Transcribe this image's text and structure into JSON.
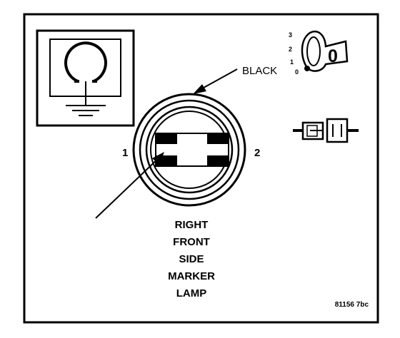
{
  "labels": {
    "wire_color": "BLACK",
    "pin_1": "1",
    "pin_2": "2",
    "component_lines": [
      "RIGHT",
      "FRONT",
      "SIDE",
      "MARKER",
      "LAMP"
    ],
    "figure_id": "81156 7bc"
  },
  "ignition_key": {
    "positions": [
      "3",
      "2",
      "1",
      "0"
    ],
    "key_label": "0"
  },
  "colors": {
    "ink": "#000000",
    "background": "#ffffff"
  }
}
